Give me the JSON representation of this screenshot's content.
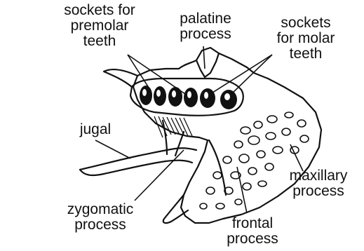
{
  "labels": {
    "sockets_premolar": [
      "sockets for",
      "premolar",
      "teeth"
    ],
    "palatine_process": [
      "palatine",
      "process"
    ],
    "sockets_molar": [
      "sockets",
      "for molar",
      "teeth"
    ],
    "jugal": [
      "jugal"
    ],
    "zygomatic_process": [
      "zygomatic",
      "process"
    ],
    "frontal_process": [
      "frontal",
      "process"
    ],
    "maxillary_process": [
      "maxillary",
      "process"
    ]
  },
  "colors": {
    "ink": "#111111",
    "paper": "#ffffff"
  }
}
